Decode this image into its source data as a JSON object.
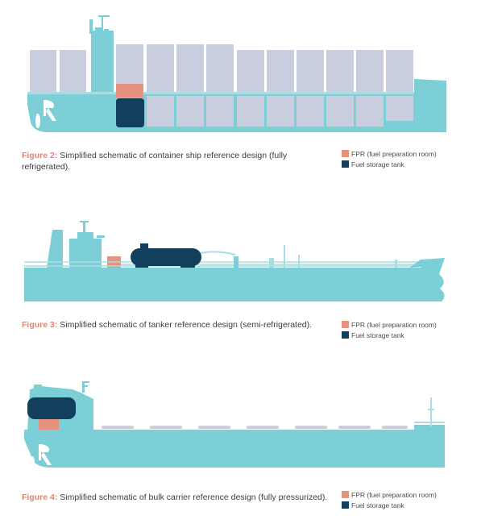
{
  "colors": {
    "hull": "#7ccfd6",
    "container": "#c8cedd",
    "fpr": "#e7917f",
    "tank": "#123f5c",
    "rail": "#a9dde2"
  },
  "legend": {
    "fpr_label": "FPR (fuel preparation room)",
    "tank_label": "Fuel storage tank"
  },
  "figures": [
    {
      "number": "Figure 2:",
      "text": " Simplified schematic of container ship reference design (fully refrigerated)."
    },
    {
      "number": "Figure 3:",
      "text": " Simplified schematic of tanker reference design (semi-refrigerated)."
    },
    {
      "number": "Figure 4:",
      "text": " Simplified schematic of bulk carrier reference design (fully pressurized)."
    }
  ]
}
